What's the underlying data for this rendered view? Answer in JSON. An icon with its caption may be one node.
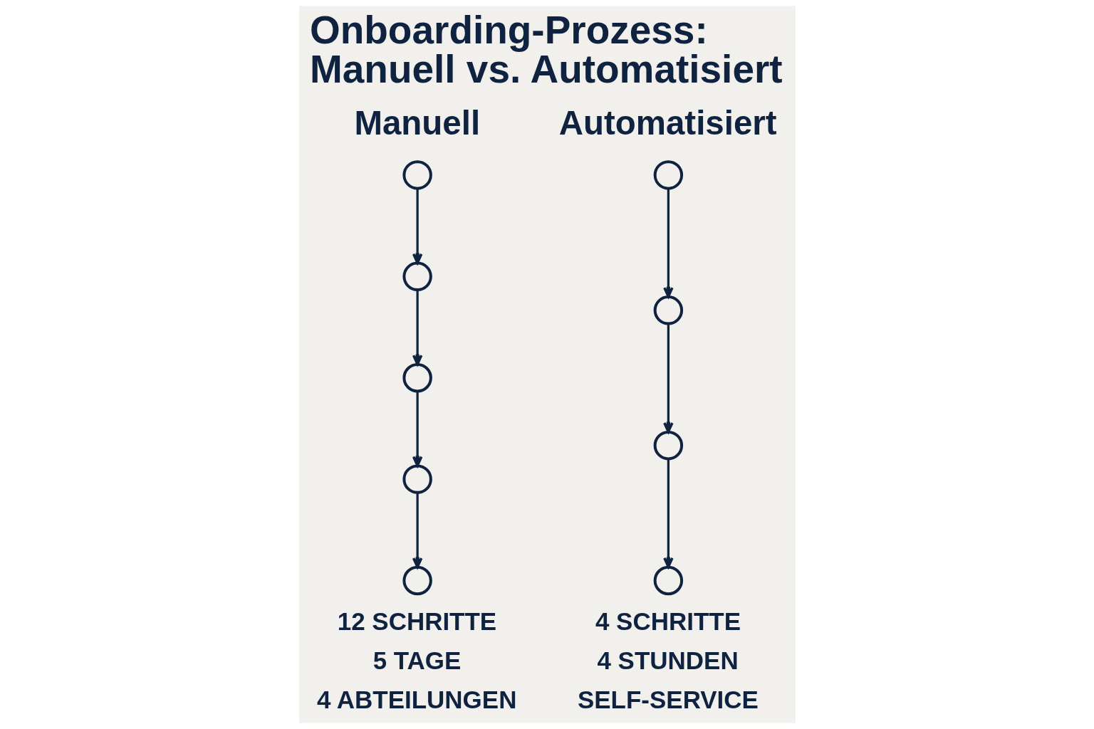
{
  "diagram": {
    "title": "Onboarding-Prozess: Manuell vs. Automatisiert",
    "nodes": [
      {
        "text": [],
        "shape": "circle"
      },
      {
        "text": [],
        "shape": "circle"
      },
      {
        "text": [],
        "shape": "circle"
      },
      {
        "text": [],
        "shape": "circle"
      },
      {
        "text": [],
        "shape": "circle"
      },
      {
        "text": [],
        "shape": "circle"
      },
      {
        "text": [],
        "shape": "circle"
      },
      {
        "text": [],
        "shape": "circle"
      },
      {
        "text": [],
        "shape": "circle"
      }
    ],
    "edges": [
      {
        "from": 0,
        "to": 1,
        "arrow": "to"
      },
      {
        "from": 1,
        "to": 2,
        "arrow": "to"
      },
      {
        "from": 2,
        "to": 3,
        "arrow": "to"
      },
      {
        "from": 3,
        "to": 4,
        "arrow": "to"
      },
      {
        "from": 5,
        "to": 6,
        "arrow": "to"
      },
      {
        "from": 6,
        "to": 7,
        "arrow": "to"
      },
      {
        "from": 7,
        "to": 8,
        "arrow": "to"
      }
    ],
    "labels": [
      "Manuell",
      "12 SCHRITTE",
      "5 TAGE",
      "4 ABTEILUNGEN",
      "Automatisiert",
      "4 SCHRITTE",
      "4 STUNDEN",
      "SELF-SERVICE"
    ]
  }
}
